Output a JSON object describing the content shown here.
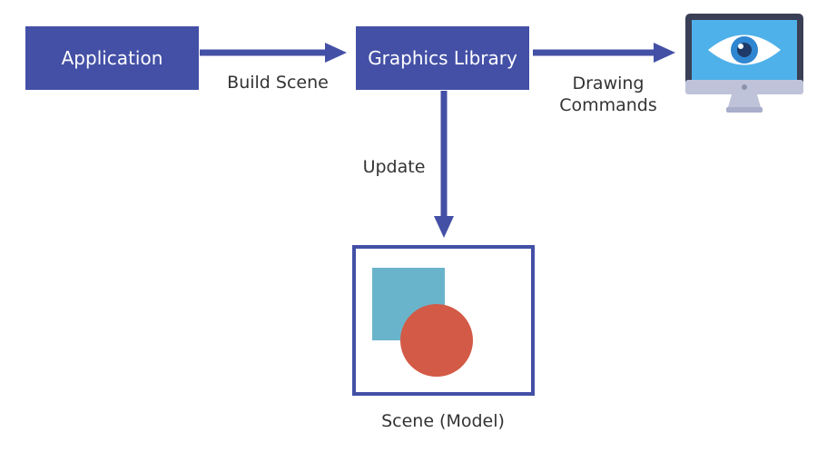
{
  "colors": {
    "box_fill": "#4450A6",
    "arrow": "#4450A6",
    "text_dark": "#333333",
    "scene_square": "#6AB4CB",
    "scene_circle": "#D35A46",
    "monitor_screen": "#4FB1E9",
    "monitor_frame": "#3A3F55",
    "monitor_base": "#BFC3D9",
    "eye_iris": "#2F86D1"
  },
  "nodes": {
    "application": {
      "label": "Application"
    },
    "graphics_library": {
      "label": "Graphics Library"
    },
    "scene": {
      "caption": "Scene (Model)"
    },
    "display": {
      "icon": "monitor-eye-icon"
    }
  },
  "edges": {
    "build_scene": {
      "label": "Build Scene"
    },
    "drawing_commands": {
      "line1": "Drawing",
      "line2": "Commands"
    },
    "update": {
      "label": "Update"
    }
  }
}
